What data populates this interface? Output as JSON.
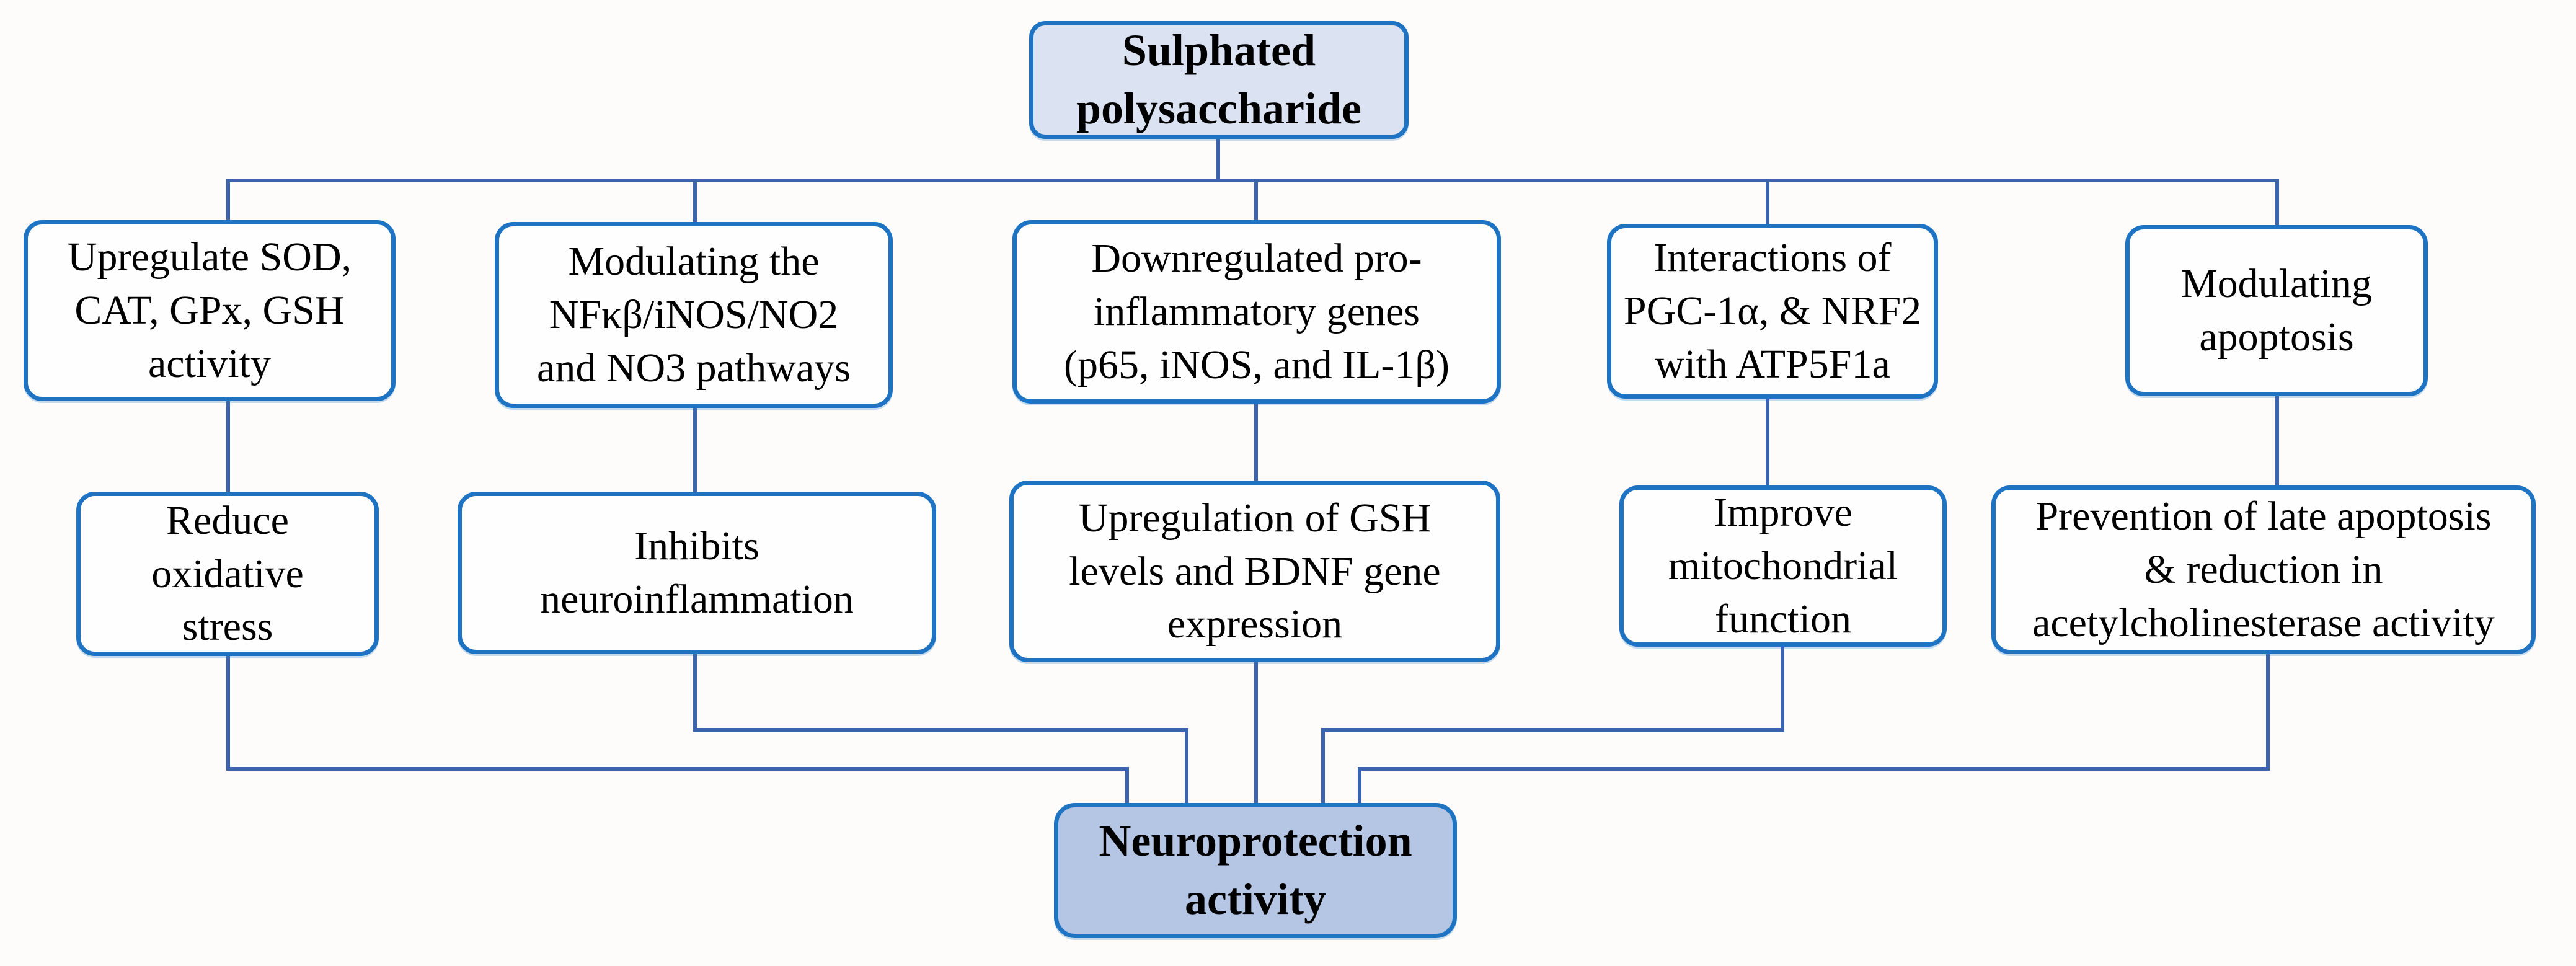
{
  "figure": {
    "root": {
      "label": "Sulphated\npolysaccharide"
    },
    "mechanisms": [
      {
        "label": "Upregulate SOD,\nCAT, GPx, GSH\nactivity"
      },
      {
        "label": "Modulating the\nNFκβ/iNOS/NO2\nand NO3 pathways"
      },
      {
        "label": "Downregulated pro-\ninflammatory genes\n(p65, iNOS, and IL-1β)"
      },
      {
        "label": "Interactions of\nPGC-1α, & NRF2\nwith ATP5F1a"
      },
      {
        "label": "Modulating\napoptosis"
      }
    ],
    "outcomes": [
      {
        "label": "Reduce\noxidative\nstress"
      },
      {
        "label": "Inhibits\nneuroinflammation"
      },
      {
        "label": "Upregulation of GSH\nlevels and BDNF gene\nexpression"
      },
      {
        "label": "Improve\nmitochondrial\nfunction"
      },
      {
        "label": "Prevention of late apoptosis\n& reduction in\nacetylcholinesterase activity"
      }
    ],
    "result": {
      "label": "Neuroprotection\nactivity"
    }
  },
  "colors": {
    "box_border": "#1e73c3",
    "connector": "#3c64ae",
    "root_fill": "#dbe3f3",
    "result_fill": "#b5c6e4",
    "node_fill": "#fefefe",
    "text": "#000000",
    "background": "#fdfcfb"
  }
}
